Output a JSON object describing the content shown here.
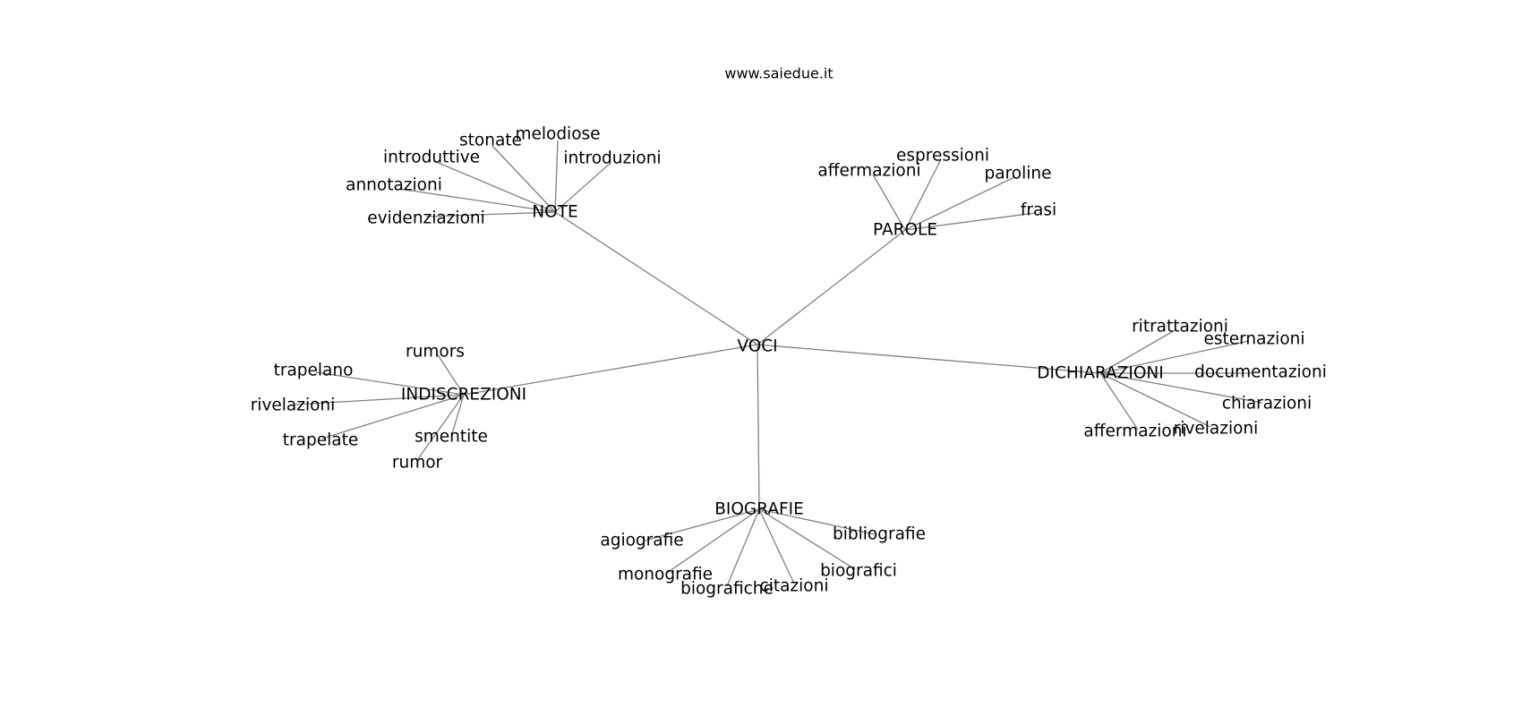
{
  "source_label": "www.saiedue.it",
  "diagram": {
    "root": "VOCI",
    "groups": [
      {
        "id": "note",
        "label": "NOTE",
        "children": [
          "stonate",
          "melodiose",
          "introduzioni",
          "introduttive",
          "annotazioni",
          "evidenziazioni"
        ]
      },
      {
        "id": "parole",
        "label": "PAROLE",
        "children": [
          "espressioni",
          "affermazioni",
          "paroline",
          "frasi"
        ]
      },
      {
        "id": "indiscrezioni",
        "label": "INDISCREZIONI",
        "children": [
          "rumors",
          "trapelano",
          "rivelazioni",
          "trapelate",
          "smentite",
          "rumor"
        ]
      },
      {
        "id": "dichiarazioni",
        "label": "DICHIARAZIONI",
        "children": [
          "ritrattazioni",
          "esternazioni",
          "documentazioni",
          "chiarazioni",
          "rivelazioni",
          "affermazioni"
        ]
      },
      {
        "id": "biografie",
        "label": "BIOGRAFIE",
        "children": [
          "agiografie",
          "bibliografie",
          "monografie",
          "biografici",
          "citazioni",
          "biografiche"
        ]
      }
    ]
  }
}
